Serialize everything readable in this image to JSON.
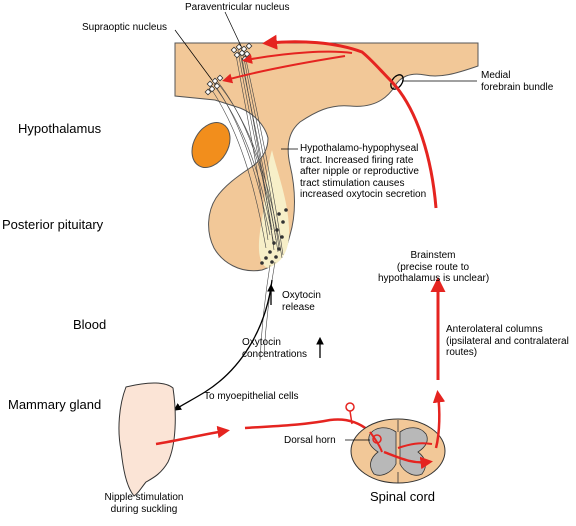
{
  "regions": {
    "hypothalamus": "Hypothalamus",
    "posterior_pituitary": "Posterior pituitary",
    "blood": "Blood",
    "mammary_gland": "Mammary gland",
    "spinal_cord": "Spinal cord"
  },
  "labels": {
    "paraventricular": "Paraventricular nucleus",
    "supraoptic": "Supraoptic nucleus",
    "medial_forebrain": [
      "Medial",
      "forebrain bundle"
    ],
    "tract": [
      "Hypothalamo-hypophyseal",
      "tract. Increased firing rate",
      "after nipple or reproductive",
      "tract stimulation causes",
      "increased oxytocin secretion"
    ],
    "brainstem": [
      "Brainstem",
      "(precise route to",
      "hypothalamus is unclear)"
    ],
    "oxytocin_release": [
      "Oxytocin",
      "release"
    ],
    "anterolateral": [
      "Anterolateral columns",
      "(ipsilateral and contralateral",
      "routes)"
    ],
    "oxytocin_conc": [
      "Oxytocin",
      "concentrations"
    ],
    "myoepithelial": "To myoepithelial cells",
    "dorsal_horn": "Dorsal horn",
    "nipple": [
      "Nipple stimulation",
      "during suckling"
    ]
  },
  "colors": {
    "tissue": "#f2c898",
    "nucleus_orange": "#f28e1c",
    "stalk_fill": "#f7efc8",
    "pathway_red": "#e52420",
    "gray_matter": "#b8b8b8",
    "outline": "#333333"
  }
}
